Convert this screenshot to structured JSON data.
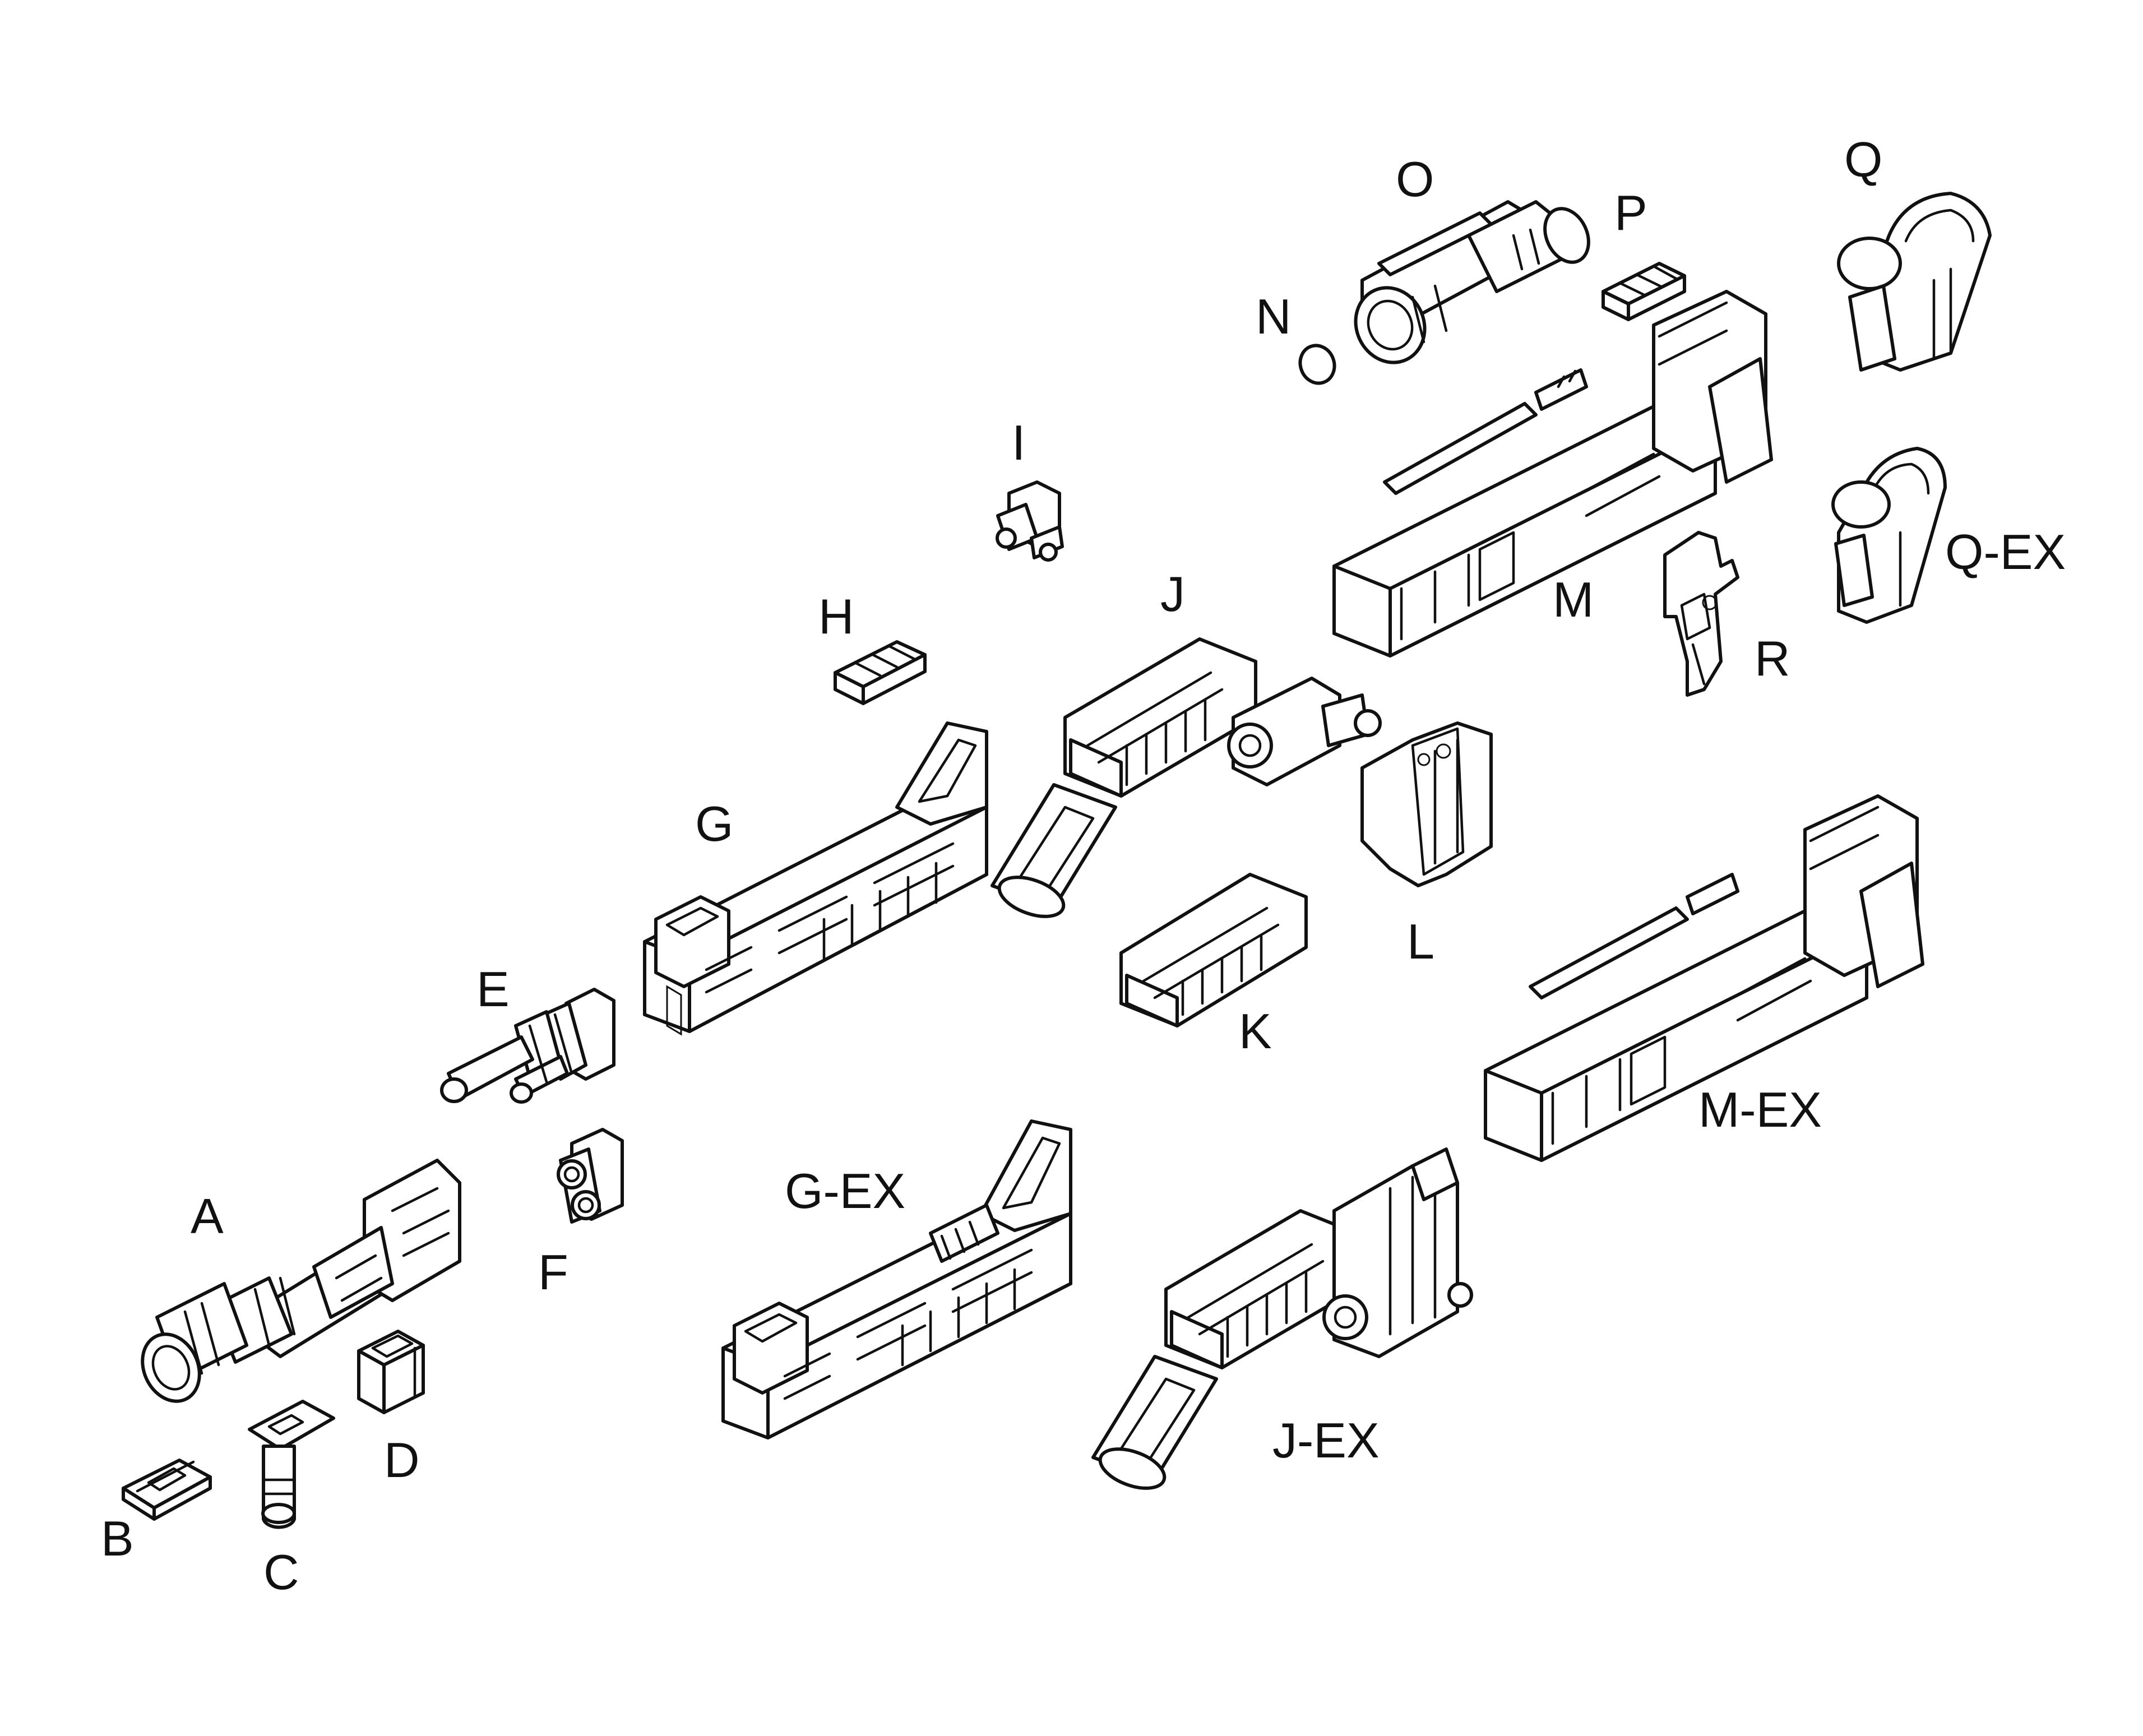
{
  "labels": {
    "A": "A",
    "B": "B",
    "C": "C",
    "D": "D",
    "E": "E",
    "F": "F",
    "G": "G",
    "G_EX": "G-EX",
    "H": "H",
    "I": "I",
    "J": "J",
    "J_EX": "J-EX",
    "K": "K",
    "L": "L",
    "M": "M",
    "M_EX": "M-EX",
    "N": "N",
    "O": "O",
    "P": "P",
    "Q": "Q",
    "Q_EX": "Q-EX",
    "R": "R"
  },
  "colors": {
    "line": "#111111",
    "fill": "#ffffff",
    "background": "#ffffff"
  }
}
